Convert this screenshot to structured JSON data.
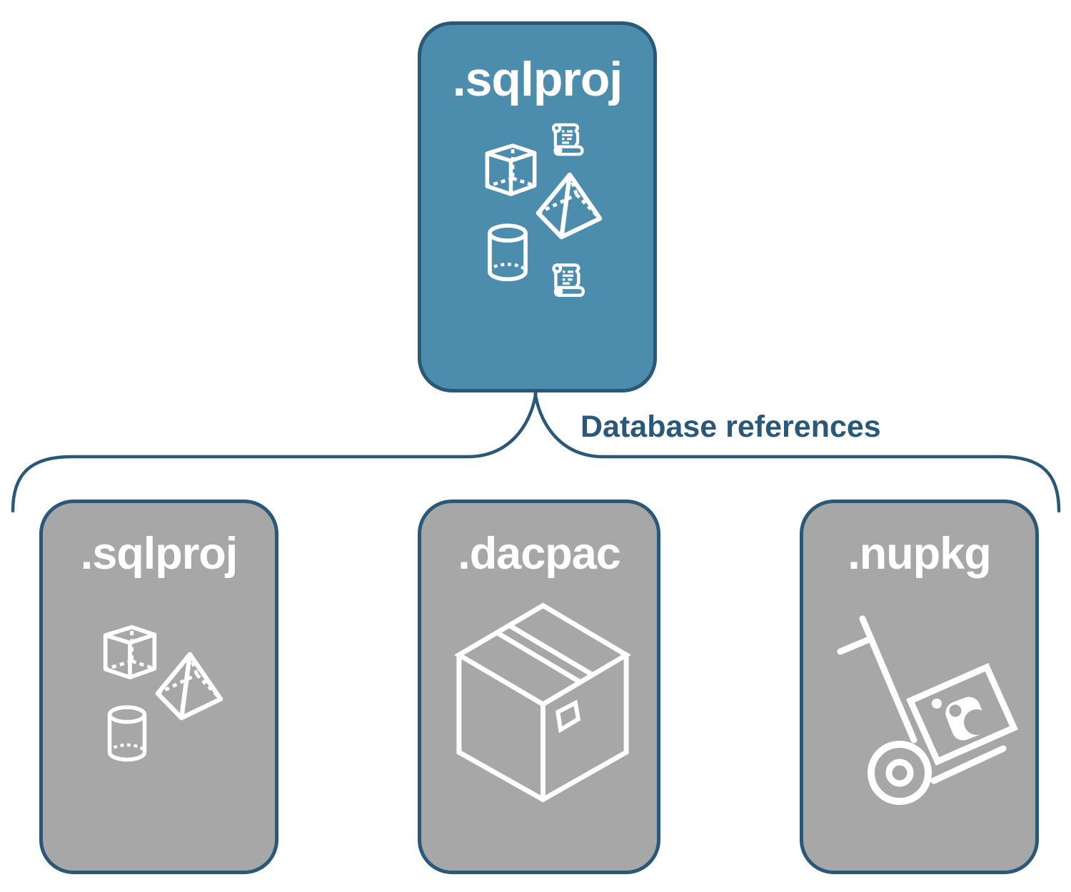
{
  "diagram": {
    "connector_label": "Database references",
    "colors": {
      "teal_fill": "#4C8CAC",
      "navy_line": "#2A5878",
      "gray_fill": "#A7A7A7",
      "icon_white": "#FFFFFF"
    },
    "root": {
      "title": ".sqlproj",
      "variant": "teal",
      "icons": [
        "cube-icon",
        "scroll-icon",
        "pyramid-icon",
        "cylinder-icon",
        "scroll-icon"
      ]
    },
    "references": [
      {
        "title": ".sqlproj",
        "icons": [
          "cube-icon",
          "pyramid-icon",
          "cylinder-icon"
        ]
      },
      {
        "title": ".dacpac",
        "icons": [
          "package-box-icon"
        ]
      },
      {
        "title": ".nupkg",
        "icons": [
          "nuget-hand-truck-icon"
        ]
      }
    ]
  }
}
